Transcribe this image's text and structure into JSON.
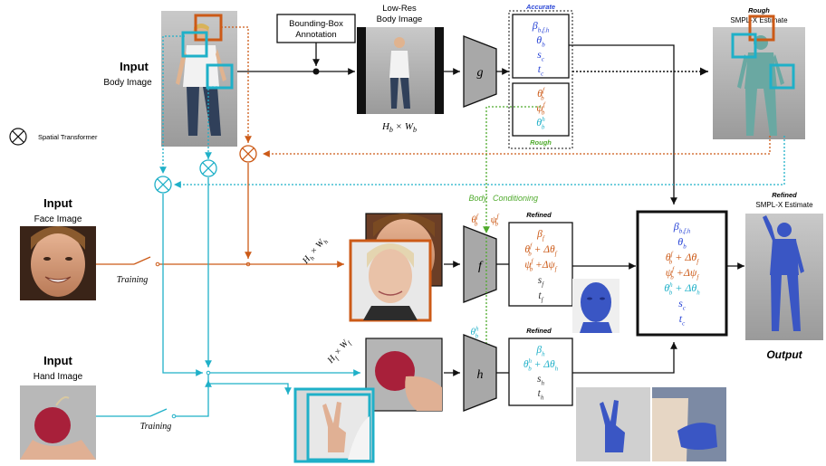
{
  "labels": {
    "input": "Input",
    "output": "Output",
    "body_image": "Body Image",
    "face_image": "Face Image",
    "hand_image": "Hand Image",
    "spatial_transformer": "Spatial Transformer",
    "bbox_annotation_1": "Bounding-Box",
    "bbox_annotation_2": "Annotation",
    "low_res_1": "Low-Res",
    "low_res_2": "Body Image",
    "accurate": "Accurate",
    "rough": "Rough",
    "rough_estimate_1": "Rough",
    "rough_estimate_2": "SMPL-X Estimate",
    "refined_estimate_1": "Refined",
    "refined_estimate_2": "SMPL-X Estimate",
    "refined": "Refined",
    "training": "Training",
    "body": "Body",
    "conditioning": "Conditioning"
  },
  "networks": {
    "g": "g",
    "f": "f",
    "h": "h"
  },
  "dims": {
    "body": {
      "base": "H",
      "sub": "b",
      "base2": "W",
      "sub2": "b"
    },
    "face": {
      "base": "H",
      "sub": "h",
      "base2": "W",
      "sub2": "h"
    },
    "hand": {
      "base": "H",
      "sub": "f",
      "base2": "W",
      "sub2": "f"
    }
  },
  "params": {
    "accurate": [
      {
        "sym": "β",
        "sub": "b,f,h",
        "sup": ""
      },
      {
        "sym": "θ",
        "sub": "b",
        "sup": ""
      },
      {
        "sym": "s",
        "sub": "c",
        "sup": ""
      },
      {
        "sym": "t",
        "sub": "c",
        "sup": ""
      }
    ],
    "rough": [
      {
        "sym": "θ",
        "sub": "b",
        "sup": "f"
      },
      {
        "sym": "ψ",
        "sub": "b",
        "sup": "f"
      },
      {
        "sym": "θ",
        "sub": "b",
        "sup": "h"
      }
    ],
    "conditioning_face": [
      {
        "sym": "θ",
        "sub": "b",
        "sup": "f"
      },
      {
        "sym": "ψ",
        "sub": "b",
        "sup": "f"
      }
    ],
    "conditioning_hand": {
      "sym": "θ",
      "sub": "b",
      "sup": "h"
    },
    "face_refined": [
      {
        "sym": "β",
        "sub": "f",
        "sup": "",
        "delta": ""
      },
      {
        "sym": "θ",
        "sub": "b",
        "sup": "f",
        "delta": "+ Δθ",
        "dsub": "f"
      },
      {
        "sym": "ψ",
        "sub": "b",
        "sup": "f",
        "delta": "+Δψ",
        "dsub": "f"
      },
      {
        "sym": "s",
        "sub": "f",
        "sup": "",
        "delta": ""
      },
      {
        "sym": "t",
        "sub": "f",
        "sup": "",
        "delta": ""
      }
    ],
    "hand_refined": [
      {
        "sym": "β",
        "sub": "h",
        "sup": "",
        "delta": ""
      },
      {
        "sym": "θ",
        "sub": "b",
        "sup": "h",
        "delta": "+ Δθ",
        "dsub": "h"
      },
      {
        "sym": "s",
        "sub": "h",
        "sup": "",
        "delta": ""
      },
      {
        "sym": "t",
        "sub": "h",
        "sup": "",
        "delta": ""
      }
    ],
    "final": [
      {
        "sym": "β",
        "sub": "b,f,h",
        "sup": "",
        "delta": ""
      },
      {
        "sym": "θ",
        "sub": "b",
        "sup": "",
        "delta": ""
      },
      {
        "sym": "θ",
        "sub": "b",
        "sup": "f",
        "delta": "+ Δθ",
        "dsub": "f"
      },
      {
        "sym": "ψ",
        "sub": "b",
        "sup": "f",
        "delta": "+Δψ",
        "dsub": "f"
      },
      {
        "sym": "θ",
        "sub": "b",
        "sup": "h",
        "delta": "+ Δθ",
        "dsub": "h"
      },
      {
        "sym": "s",
        "sub": "c",
        "sup": "",
        "delta": ""
      },
      {
        "sym": "t",
        "sub": "c",
        "sup": "",
        "delta": ""
      }
    ]
  },
  "colors": {
    "blue": "#2a46d6",
    "orange": "#cc5a17",
    "cyan": "#1fb0c8",
    "green": "#4faa2c",
    "gray": "#a8a8a8",
    "black": "#111111"
  }
}
